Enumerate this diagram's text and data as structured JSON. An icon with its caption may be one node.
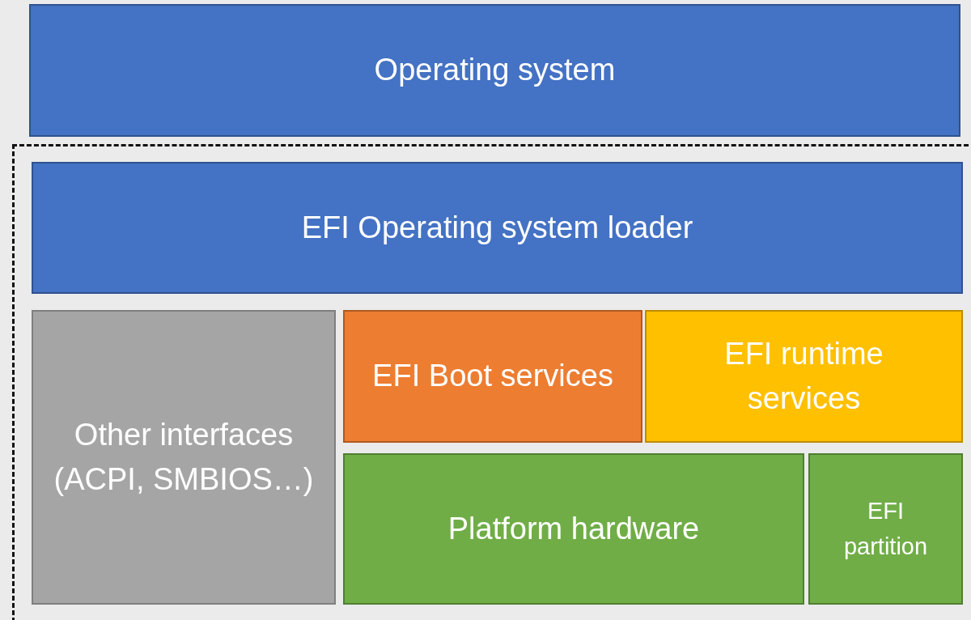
{
  "diagram": {
    "nodes": [
      {
        "text": [
          "Operating system"
        ]
      },
      {
        "text": [],
        "shape": "box"
      },
      {
        "text": [
          "EFI Operating system loader"
        ],
        "in": 1
      },
      {
        "text": [
          "Other interfaces (ACPI, SMBIOS…)"
        ],
        "in": 1
      },
      {
        "text": [
          "EFI Boot services"
        ],
        "in": 1
      },
      {
        "text": [
          "EFI runtime services"
        ],
        "in": 1
      },
      {
        "text": [
          "Platform hardware"
        ],
        "in": 1
      },
      {
        "text": [
          "EFI partition"
        ],
        "in": 1
      }
    ]
  }
}
